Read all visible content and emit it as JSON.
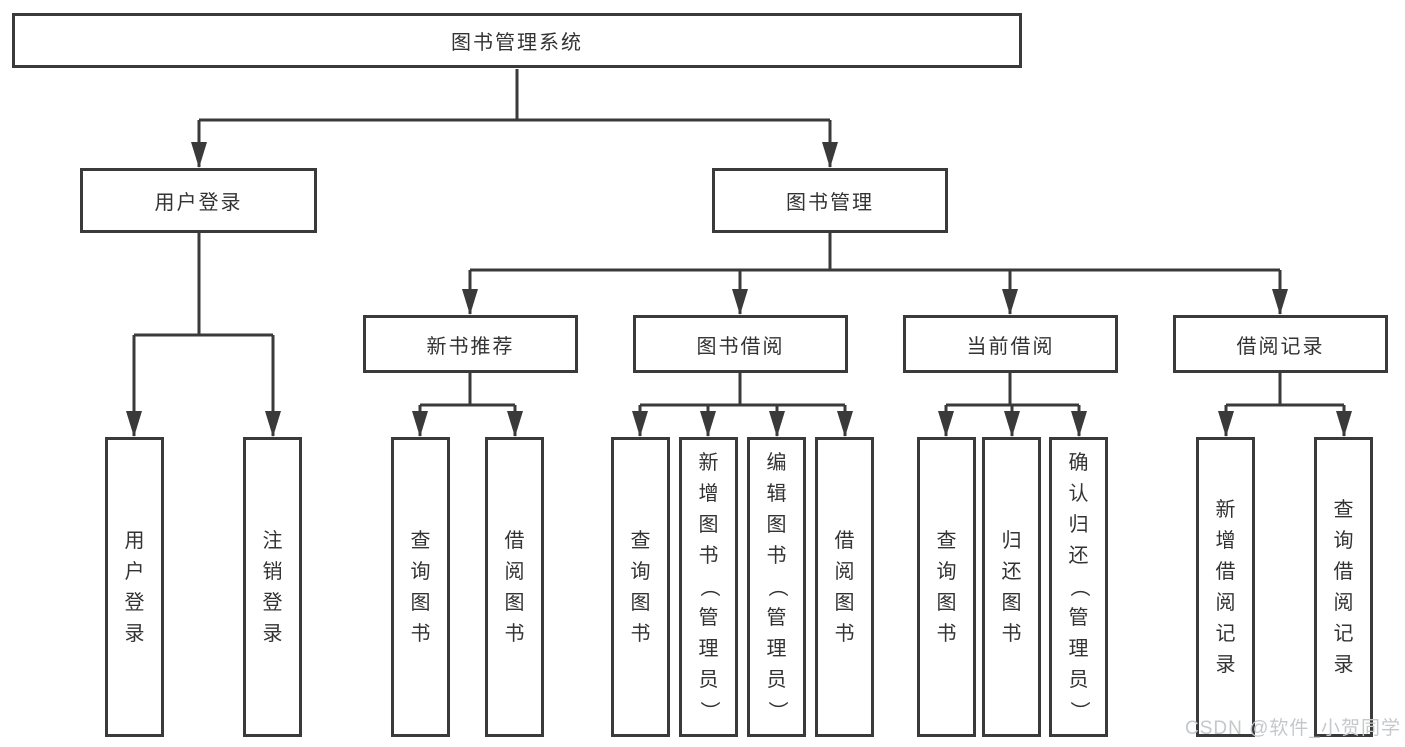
{
  "nodes": {
    "root": "图书管理系统",
    "level2": [
      "用户登录",
      "图书管理"
    ],
    "level3": [
      "新书推荐",
      "图书借阅",
      "当前借阅",
      "借阅记录"
    ],
    "leaves": [
      [
        "用户登录",
        "注销登录"
      ],
      [
        "查询图书",
        "借阅图书"
      ],
      [
        "查询图书",
        "新增图书（管理员）",
        "编辑图书（管理员）",
        "借阅图书"
      ],
      [
        "查询图书",
        "归还图书",
        "确认归还（管理员）"
      ],
      [
        "新增借阅记录",
        "查询借阅记录"
      ]
    ]
  },
  "watermark": "CSDN @软件_小贺同学",
  "colors": {
    "line": "#3a3a3a",
    "text": "#333333",
    "watermark": "#c5c8ca",
    "background": "#ffffff"
  }
}
